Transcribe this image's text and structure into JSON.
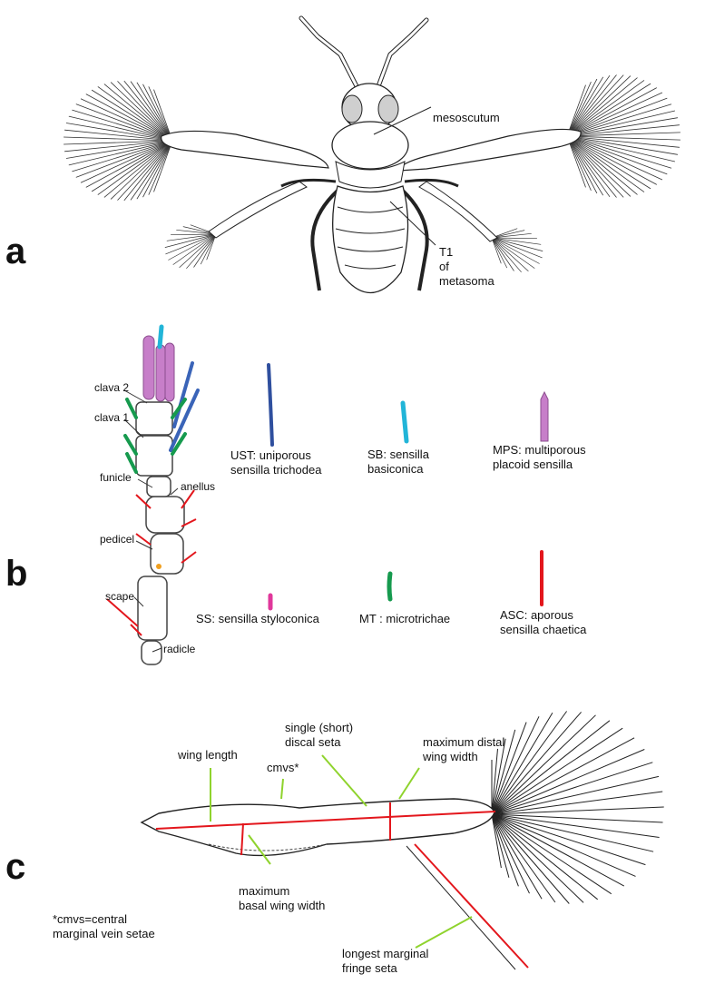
{
  "panel_a": {
    "letter": "a",
    "labels": {
      "mesoscutum": "mesoscutum",
      "t1": "T1\nof\nmetasoma"
    }
  },
  "panel_b": {
    "letter": "b",
    "antenna_labels": {
      "clava2": "clava 2",
      "clava1": "clava 1",
      "funicle": "funicle",
      "anellus": "anellus",
      "pedicel": "pedicel",
      "scape": "scape",
      "radicle": "radicle"
    },
    "sensilla_legend": [
      {
        "code": "UST",
        "text": "UST: uniporous\nsensilla trichodea",
        "color": "#2f4f9e"
      },
      {
        "code": "SB",
        "text": "SB: sensilla\nbasiconica",
        "color": "#22b5d8"
      },
      {
        "code": "MPS",
        "text": "MPS: multiporous\nplacoid sensilla",
        "color": "#b57ab9"
      },
      {
        "code": "SS",
        "text": "SS: sensilla styloconica",
        "color": "#e0379b"
      },
      {
        "code": "MT",
        "text": "MT : microtrichae",
        "color": "#169a4e"
      },
      {
        "code": "ASC",
        "text": "ASC: aporous\nsensilla chaetica",
        "color": "#e3161c"
      }
    ]
  },
  "panel_c": {
    "letter": "c",
    "labels": {
      "wing_length": "wing length",
      "cmvs": "cmvs*",
      "discal": "single (short)\ndiscal seta",
      "distal": "maximum distal\nwing width",
      "basal": "maximum\nbasal wing width",
      "fringe": "longest marginal\nfringe seta",
      "footnote": "*cmvs=central\nmarginal vein setae"
    },
    "colors": {
      "measure": "#e3161c",
      "pointer": "#8fd32d"
    }
  }
}
